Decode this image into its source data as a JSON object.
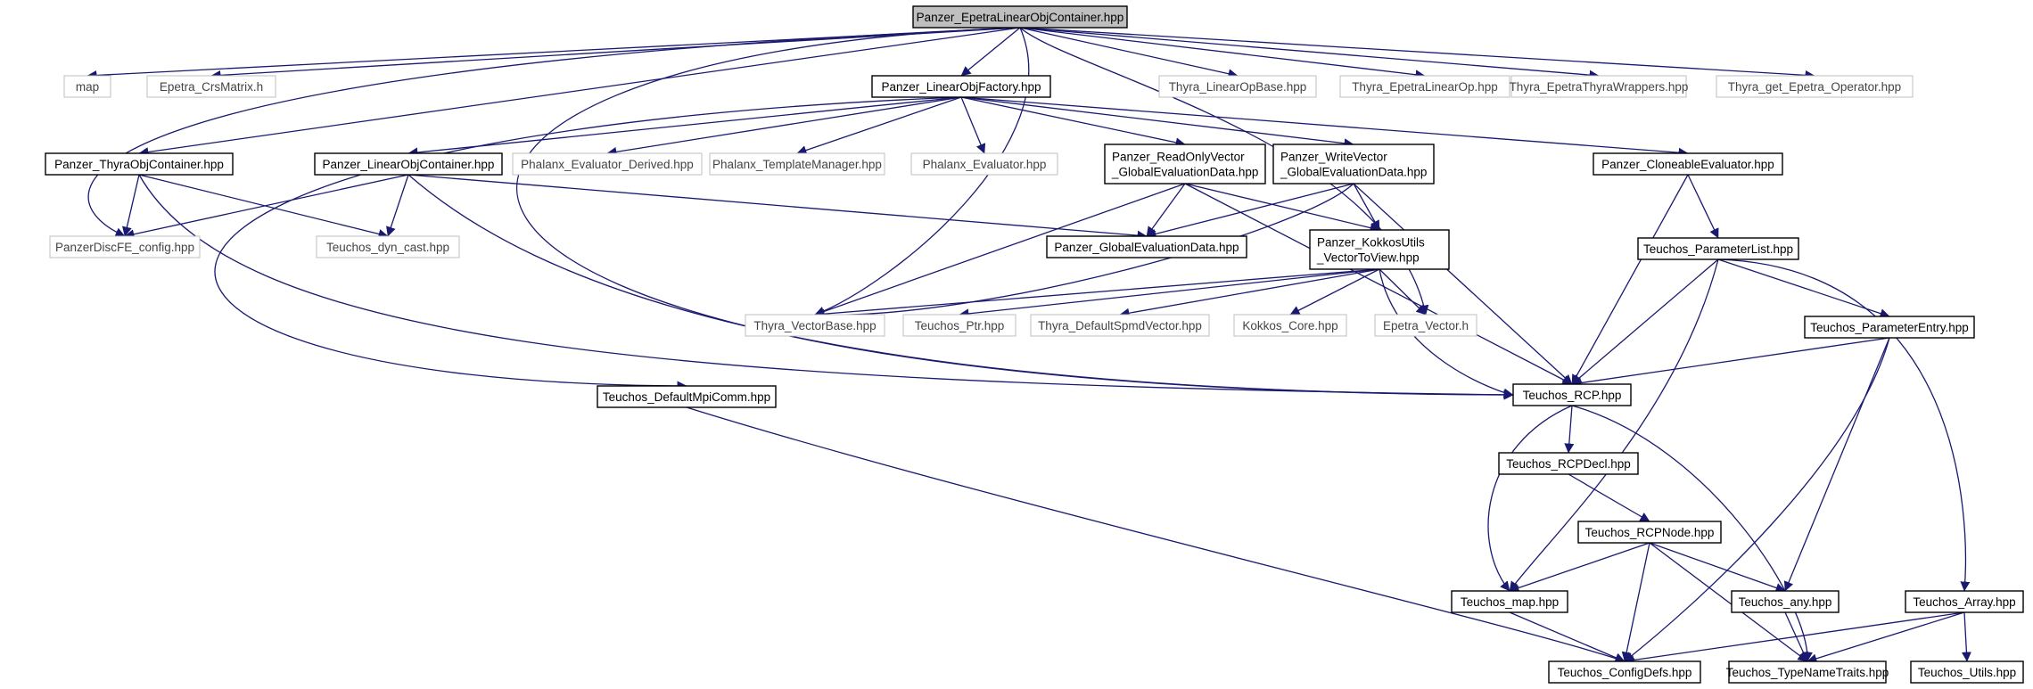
{
  "graph": {
    "colors": {
      "edge": "#191970",
      "border_documented": "#000000",
      "border_undocumented": "#bfbfbf",
      "fill_root": "#bfbfbf",
      "fill_default": "#ffffff",
      "text_documented": "#000000",
      "text_undocumented": "#444444"
    },
    "nodes": [
      {
        "id": "root",
        "lines": [
          "Panzer_EpetraLinearObjContainer.hpp"
        ],
        "style": "root"
      },
      {
        "id": "map",
        "lines": [
          "map"
        ],
        "style": "external"
      },
      {
        "id": "epetra_crs",
        "lines": [
          "Epetra_CrsMatrix.h"
        ],
        "style": "external"
      },
      {
        "id": "lof",
        "lines": [
          "Panzer_LinearObjFactory.hpp"
        ],
        "style": "documented"
      },
      {
        "id": "thyra_lopbase",
        "lines": [
          "Thyra_LinearOpBase.hpp"
        ],
        "style": "external"
      },
      {
        "id": "thyra_elo",
        "lines": [
          "Thyra_EpetraLinearOp.hpp"
        ],
        "style": "external"
      },
      {
        "id": "thyra_etw",
        "lines": [
          "Thyra_EpetraThyraWrappers.hpp"
        ],
        "style": "external"
      },
      {
        "id": "thyra_geo",
        "lines": [
          "Thyra_get_Epetra_Operator.hpp"
        ],
        "style": "external"
      },
      {
        "id": "thyra_objc",
        "lines": [
          "Panzer_ThyraObjContainer.hpp"
        ],
        "style": "documented"
      },
      {
        "id": "loc",
        "lines": [
          "Panzer_LinearObjContainer.hpp"
        ],
        "style": "documented"
      },
      {
        "id": "phx_ed",
        "lines": [
          "Phalanx_Evaluator_Derived.hpp"
        ],
        "style": "external"
      },
      {
        "id": "phx_tm",
        "lines": [
          "Phalanx_TemplateManager.hpp"
        ],
        "style": "external"
      },
      {
        "id": "phx_e",
        "lines": [
          "Phalanx_Evaluator.hpp"
        ],
        "style": "external"
      },
      {
        "id": "rov",
        "lines": [
          "Panzer_ReadOnlyVector",
          "_GlobalEvaluationData.hpp"
        ],
        "style": "documented"
      },
      {
        "id": "wv",
        "lines": [
          "Panzer_WriteVector",
          "_GlobalEvaluationData.hpp"
        ],
        "style": "documented"
      },
      {
        "id": "ce",
        "lines": [
          "Panzer_CloneableEvaluator.hpp"
        ],
        "style": "documented"
      },
      {
        "id": "pdfe",
        "lines": [
          "PanzerDiscFE_config.hpp"
        ],
        "style": "external"
      },
      {
        "id": "dyn_cast",
        "lines": [
          "Teuchos_dyn_cast.hpp"
        ],
        "style": "external"
      },
      {
        "id": "ged",
        "lines": [
          "Panzer_GlobalEvaluationData.hpp"
        ],
        "style": "documented"
      },
      {
        "id": "kku",
        "lines": [
          "Panzer_KokkosUtils",
          "_VectorToView.hpp"
        ],
        "style": "documented"
      },
      {
        "id": "pl",
        "lines": [
          "Teuchos_ParameterList.hpp"
        ],
        "style": "documented"
      },
      {
        "id": "tvb",
        "lines": [
          "Thyra_VectorBase.hpp"
        ],
        "style": "external"
      },
      {
        "id": "tptr",
        "lines": [
          "Teuchos_Ptr.hpp"
        ],
        "style": "external"
      },
      {
        "id": "tdsv",
        "lines": [
          "Thyra_DefaultSpmdVector.hpp"
        ],
        "style": "external"
      },
      {
        "id": "kokkos",
        "lines": [
          "Kokkos_Core.hpp"
        ],
        "style": "external"
      },
      {
        "id": "evec",
        "lines": [
          "Epetra_Vector.h"
        ],
        "style": "external"
      },
      {
        "id": "pe",
        "lines": [
          "Teuchos_ParameterEntry.hpp"
        ],
        "style": "documented"
      },
      {
        "id": "dmc",
        "lines": [
          "Teuchos_DefaultMpiComm.hpp"
        ],
        "style": "documented"
      },
      {
        "id": "rcp",
        "lines": [
          "Teuchos_RCP.hpp"
        ],
        "style": "documented"
      },
      {
        "id": "rcpdecl",
        "lines": [
          "Teuchos_RCPDecl.hpp"
        ],
        "style": "documented"
      },
      {
        "id": "rcpnode",
        "lines": [
          "Teuchos_RCPNode.hpp"
        ],
        "style": "documented"
      },
      {
        "id": "tmap",
        "lines": [
          "Teuchos_map.hpp"
        ],
        "style": "documented"
      },
      {
        "id": "tany",
        "lines": [
          "Teuchos_any.hpp"
        ],
        "style": "documented"
      },
      {
        "id": "tarray",
        "lines": [
          "Teuchos_Array.hpp"
        ],
        "style": "documented"
      },
      {
        "id": "cfgdefs",
        "lines": [
          "Teuchos_ConfigDefs.hpp"
        ],
        "style": "documented"
      },
      {
        "id": "tnt",
        "lines": [
          "Teuchos_TypeNameTraits.hpp"
        ],
        "style": "documented"
      },
      {
        "id": "tutils",
        "lines": [
          "Teuchos_Utils.hpp"
        ],
        "style": "documented"
      }
    ],
    "edges": [
      [
        "root",
        "map"
      ],
      [
        "root",
        "epetra_crs"
      ],
      [
        "root",
        "lof"
      ],
      [
        "root",
        "thyra_lopbase"
      ],
      [
        "root",
        "thyra_elo"
      ],
      [
        "root",
        "thyra_etw"
      ],
      [
        "root",
        "thyra_geo"
      ],
      [
        "root",
        "thyra_objc"
      ],
      [
        "root",
        "pdfe"
      ],
      [
        "root",
        "tvb"
      ],
      [
        "root",
        "evec"
      ],
      [
        "root",
        "rcp"
      ],
      [
        "lof",
        "loc"
      ],
      [
        "lof",
        "phx_ed"
      ],
      [
        "lof",
        "phx_tm"
      ],
      [
        "lof",
        "phx_e"
      ],
      [
        "lof",
        "rov"
      ],
      [
        "lof",
        "wv"
      ],
      [
        "lof",
        "ce"
      ],
      [
        "lof",
        "dmc"
      ],
      [
        "thyra_objc",
        "pdfe"
      ],
      [
        "thyra_objc",
        "dyn_cast"
      ],
      [
        "thyra_objc",
        "rcp"
      ],
      [
        "loc",
        "pdfe"
      ],
      [
        "loc",
        "dyn_cast"
      ],
      [
        "loc",
        "ged"
      ],
      [
        "loc",
        "rcp"
      ],
      [
        "rov",
        "ged"
      ],
      [
        "rov",
        "kku"
      ],
      [
        "rov",
        "tvb"
      ],
      [
        "rov",
        "rcp"
      ],
      [
        "wv",
        "ged"
      ],
      [
        "wv",
        "kku"
      ],
      [
        "wv",
        "tvb"
      ],
      [
        "wv",
        "rcp"
      ],
      [
        "kku",
        "tvb"
      ],
      [
        "kku",
        "tptr"
      ],
      [
        "kku",
        "tdsv"
      ],
      [
        "kku",
        "kokkos"
      ],
      [
        "kku",
        "evec"
      ],
      [
        "kku",
        "rcp"
      ],
      [
        "ce",
        "pl"
      ],
      [
        "ce",
        "rcp"
      ],
      [
        "pl",
        "pe"
      ],
      [
        "pl",
        "rcp"
      ],
      [
        "pl",
        "tmap"
      ],
      [
        "pl",
        "tarray"
      ],
      [
        "pe",
        "rcp"
      ],
      [
        "pe",
        "tany"
      ],
      [
        "pe",
        "cfgdefs"
      ],
      [
        "dmc",
        "cfgdefs"
      ],
      [
        "rcp",
        "rcpdecl"
      ],
      [
        "rcp",
        "tmap"
      ],
      [
        "rcp",
        "tnt"
      ],
      [
        "rcpdecl",
        "rcpnode"
      ],
      [
        "rcpnode",
        "tmap"
      ],
      [
        "rcpnode",
        "tany"
      ],
      [
        "rcpnode",
        "cfgdefs"
      ],
      [
        "rcpnode",
        "tnt"
      ],
      [
        "tmap",
        "cfgdefs"
      ],
      [
        "tany",
        "tnt"
      ],
      [
        "tarray",
        "cfgdefs"
      ],
      [
        "tarray",
        "tnt"
      ],
      [
        "tarray",
        "tutils"
      ]
    ]
  }
}
